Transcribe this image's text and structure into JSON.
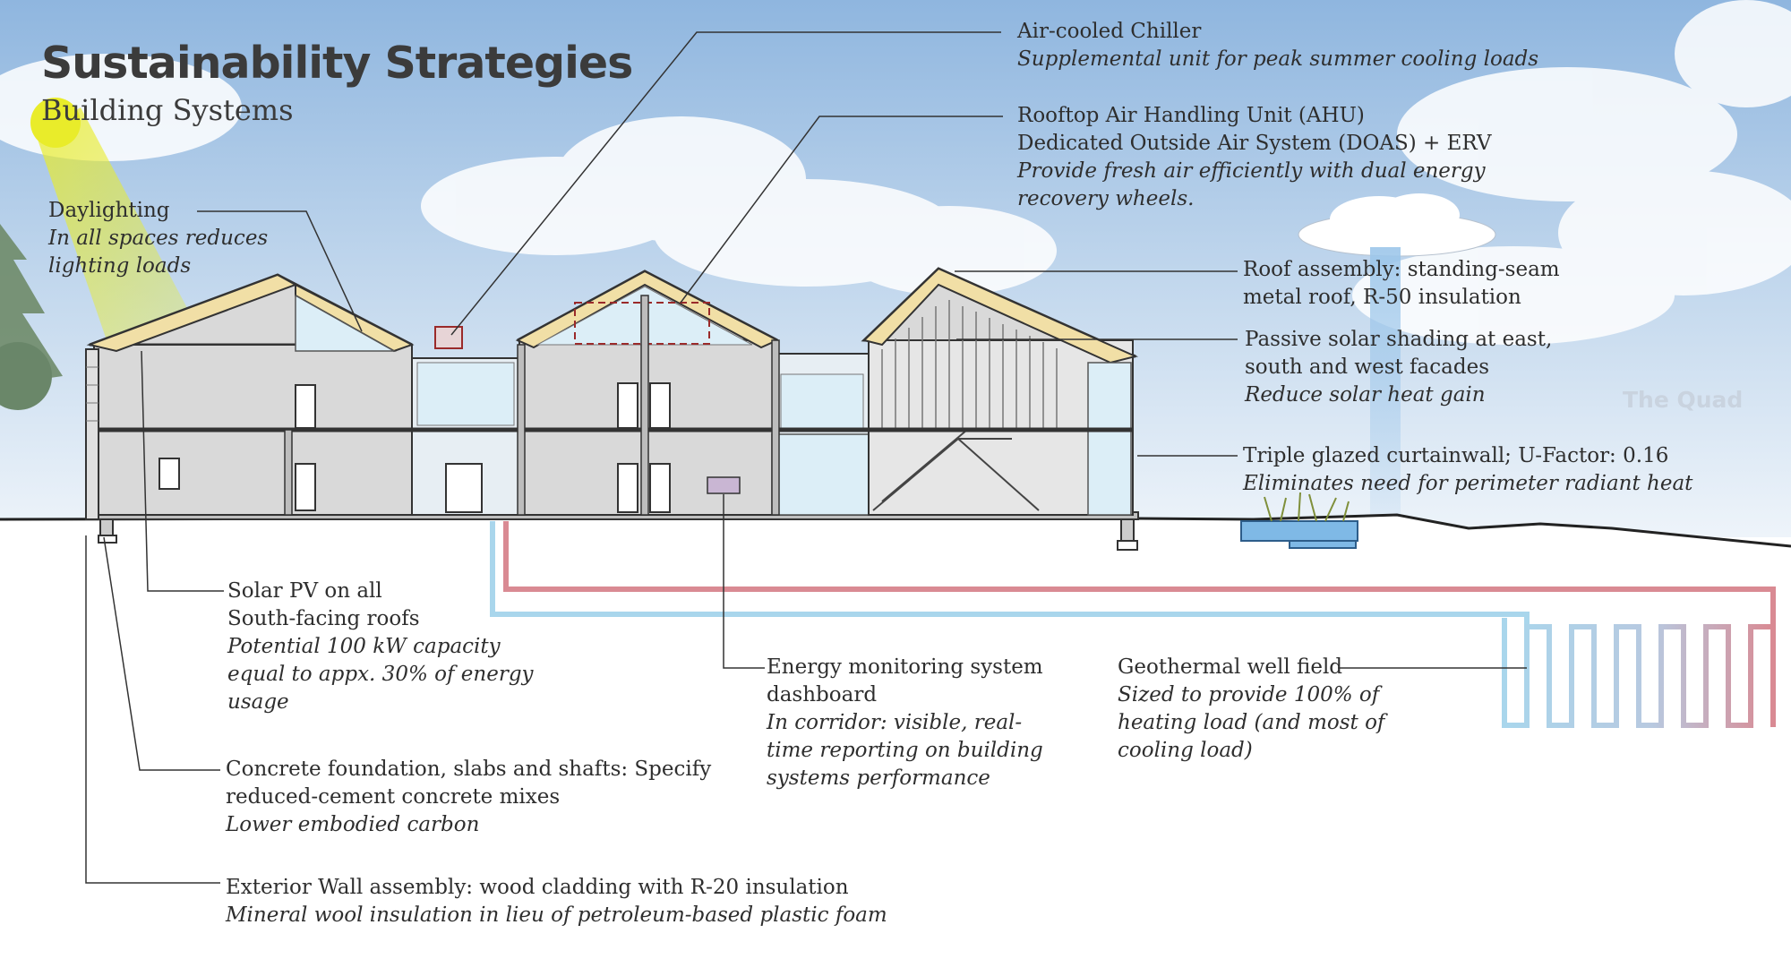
{
  "header": {
    "title": "Sustainability Strategies",
    "subtitle": "Building Systems"
  },
  "site_label": "The Quad",
  "callouts": {
    "daylighting": {
      "lines": [
        "Daylighting"
      ],
      "italic": [
        "In all spaces reduces",
        "lighting loads"
      ]
    },
    "chiller": {
      "lines": [
        "Air-cooled Chiller"
      ],
      "italic": [
        "Supplemental unit for peak summer cooling loads"
      ]
    },
    "ahu": {
      "lines": [
        "Rooftop Air Handling Unit (AHU)",
        "Dedicated Outside Air System (DOAS) + ERV"
      ],
      "italic": [
        "Provide fresh air efficiently with dual energy",
        "recovery wheels."
      ]
    },
    "roof": {
      "lines": [
        "Roof assembly: standing-seam",
        "metal roof, R-50 insulation"
      ],
      "italic": []
    },
    "shading": {
      "lines": [
        "Passive solar shading at east,",
        "south and west facades"
      ],
      "italic": [
        "Reduce solar heat gain"
      ]
    },
    "glazing": {
      "lines": [
        "Triple glazed curtainwall; U-Factor: 0.16"
      ],
      "italic": [
        "Eliminates need for perimeter radiant heat"
      ]
    },
    "solar_pv": {
      "lines": [
        "Solar PV on all",
        "South-facing roofs"
      ],
      "italic": [
        "Potential 100 kW capacity",
        "equal to appx. 30% of energy",
        "usage"
      ]
    },
    "monitoring": {
      "lines": [
        "Energy monitoring system",
        "dashboard"
      ],
      "italic": [
        "In corridor: visible, real-",
        "time reporting on building",
        "systems performance"
      ]
    },
    "geothermal": {
      "lines": [
        "Geothermal well field"
      ],
      "italic": [
        "Sized to provide 100% of",
        "heating load (and most of",
        "cooling load)"
      ]
    },
    "concrete": {
      "lines": [
        "Concrete foundation, slabs and shafts: Specify",
        "reduced-cement concrete mixes"
      ],
      "italic": [
        "Lower embodied carbon"
      ]
    },
    "exterior_wall": {
      "lines": [
        "Exterior Wall assembly: wood cladding with R-20 insulation"
      ],
      "italic": [
        "Mineral wool insulation in lieu of petroleum-based plastic foam"
      ]
    }
  },
  "colors": {
    "sky_top": "#8fb6df",
    "sky_bottom": "#e9f1fa",
    "insulation": "#f1dfa6",
    "building_gray": "#d6d6d6",
    "glass": "#dceef7",
    "sun": "#e9ec2a",
    "pipe_hot": "#d98a93",
    "pipe_cold": "#a9d6ec",
    "leader": "#333333"
  }
}
